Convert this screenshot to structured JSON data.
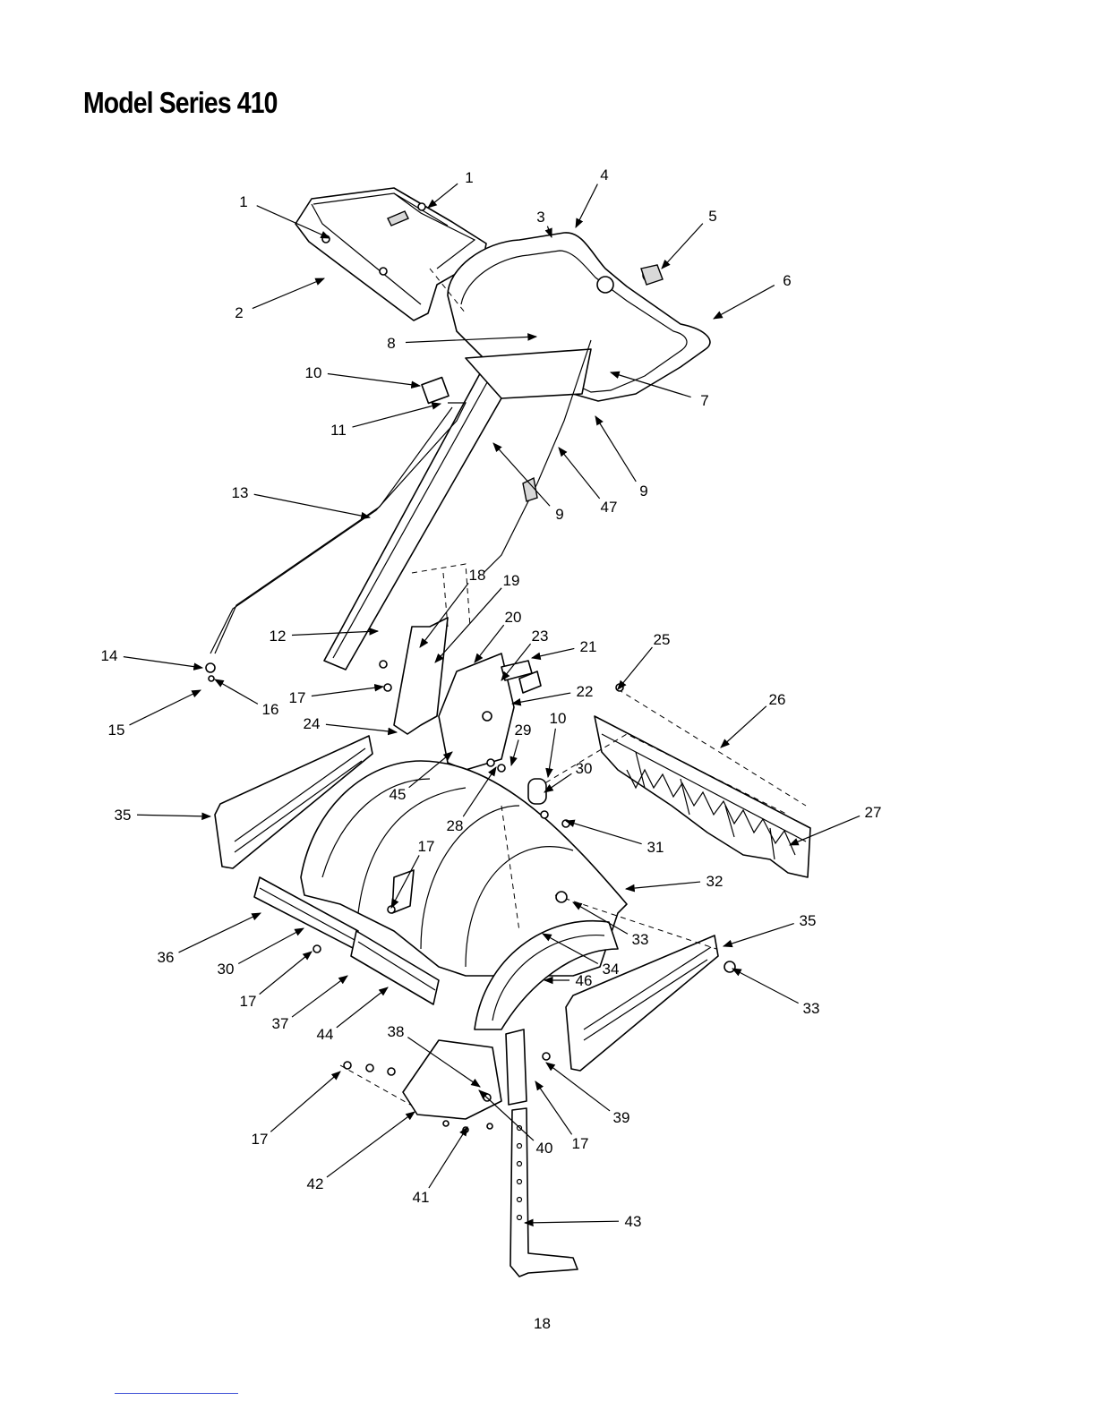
{
  "page": {
    "title": "Model Series 410",
    "page_number": "18"
  },
  "diagram": {
    "callouts": [
      "1",
      "1",
      "2",
      "3",
      "4",
      "5",
      "6",
      "7",
      "8",
      "9",
      "9",
      "10",
      "10",
      "11",
      "12",
      "13",
      "14",
      "15",
      "16",
      "17",
      "17",
      "17",
      "17",
      "17",
      "18",
      "19",
      "20",
      "21",
      "22",
      "23",
      "24",
      "25",
      "26",
      "27",
      "28",
      "29",
      "30",
      "30",
      "31",
      "32",
      "33",
      "33",
      "34",
      "35",
      "35",
      "36",
      "37",
      "38",
      "39",
      "40",
      "41",
      "42",
      "43",
      "44",
      "45",
      "46",
      "47"
    ]
  },
  "colors": {
    "ink": "#000000",
    "paper": "#ffffff",
    "link_underline": "#3b4fd6"
  }
}
